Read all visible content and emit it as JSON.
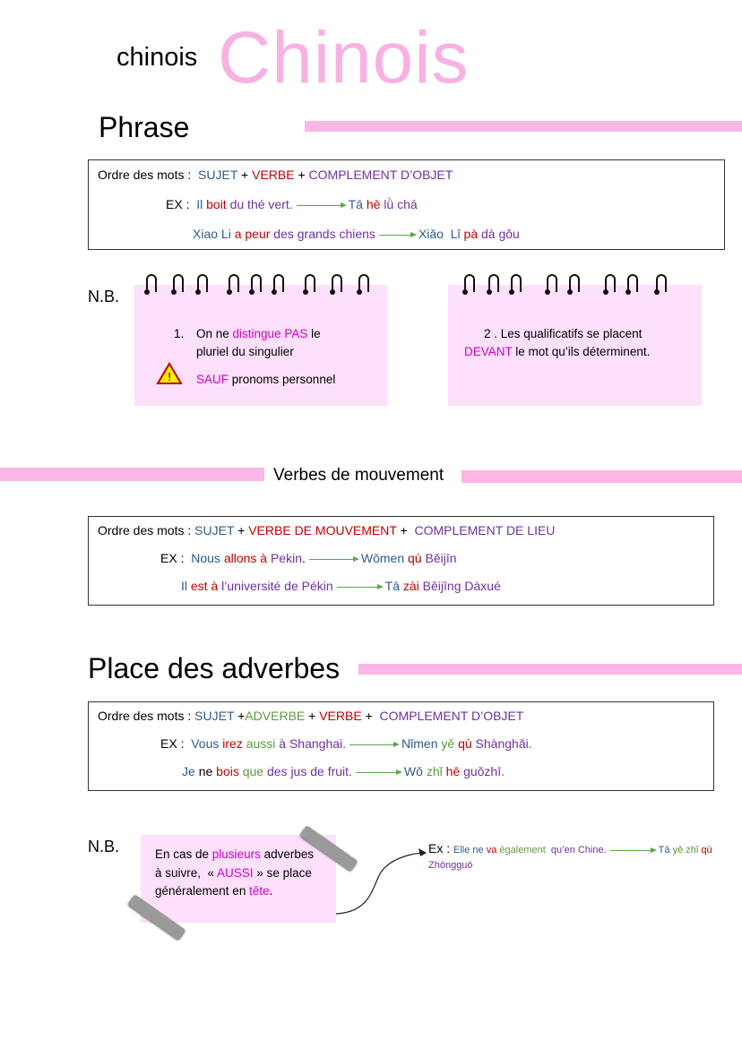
{
  "colors": {
    "k": "#000000",
    "b": "#2e5b8c",
    "r": "#c00000",
    "p": "#7030a0",
    "g": "#5a9a3a",
    "m": "#cc00cc",
    "pink": "#f9b6e6",
    "note": "#fde0fb"
  },
  "header": {
    "big_title": "Chinois",
    "small_title": "chinois"
  },
  "section1": {
    "title": "Phrase",
    "lines": [
      [
        {
          "t": "Ordre des mots :  ",
          "c": "k"
        },
        {
          "t": "SUJET",
          "c": "b"
        },
        {
          "t": " + ",
          "c": "k"
        },
        {
          "t": "VERBE",
          "c": "r"
        },
        {
          "t": " + ",
          "c": "k"
        },
        {
          "t": "COMPLEMENT D’OBJET",
          "c": "p"
        }
      ],
      [
        {
          "t": "EX :  ",
          "c": "k"
        },
        {
          "t": "Il ",
          "c": "b"
        },
        {
          "t": "boit",
          "c": "r"
        },
        {
          "t": " du thé vert.",
          "c": "p"
        },
        {
          "t": "->",
          "c": "arrow"
        },
        {
          "t": "Tā ",
          "c": "b"
        },
        {
          "t": "hē",
          "c": "r"
        },
        {
          "t": " lǜ chá",
          "c": "p"
        }
      ],
      [
        {
          "t": "Xiao Li ",
          "c": "b"
        },
        {
          "t": "a peur",
          "c": "r"
        },
        {
          "t": " des grands chiens",
          "c": "p"
        },
        {
          "t": "->",
          "c": "arrow"
        },
        {
          "t": "Xiǎo  Lǐ ",
          "c": "b"
        },
        {
          "t": "pà",
          "c": "r"
        },
        {
          "t": " dà gǒu",
          "c": "p"
        }
      ]
    ],
    "nb_label": "N.B.",
    "note1": {
      "num": "1.",
      "line1": [
        {
          "t": "On ne ",
          "c": "k"
        },
        {
          "t": "distingue PAS",
          "c": "m"
        },
        {
          "t": " le",
          "c": "k"
        }
      ],
      "line2": [
        {
          "t": "pluriel du singulier",
          "c": "k"
        }
      ],
      "line3": [
        {
          "t": "SAUF",
          "c": "m"
        },
        {
          "t": " pronoms personnel",
          "c": "k"
        }
      ],
      "warning_icon": "warning-triangle"
    },
    "note2": {
      "line1": [
        {
          "t": "2 . Les qualificatifs se placent",
          "c": "k"
        }
      ],
      "line2": [
        {
          "t": "DEVANT",
          "c": "m"
        },
        {
          "t": " le mot qu’ils déterminent.",
          "c": "k"
        }
      ]
    }
  },
  "section2": {
    "title": "Verbes de mouvement",
    "lines": [
      [
        {
          "t": "Ordre des mots : ",
          "c": "k"
        },
        {
          "t": "SUJET",
          "c": "b"
        },
        {
          "t": " + ",
          "c": "k"
        },
        {
          "t": "VERBE DE MOUVEMENT",
          "c": "r"
        },
        {
          "t": " +  ",
          "c": "k"
        },
        {
          "t": "COMPLEMENT DE LIEU",
          "c": "p"
        }
      ],
      [
        {
          "t": "EX :  ",
          "c": "k"
        },
        {
          "t": "Nous ",
          "c": "b"
        },
        {
          "t": "allons à",
          "c": "r"
        },
        {
          "t": " Pekin",
          "c": "p"
        },
        {
          "t": ".",
          "c": "k"
        },
        {
          "t": "->",
          "c": "arrow"
        },
        {
          "t": "Wǒmen ",
          "c": "b"
        },
        {
          "t": "qù",
          "c": "r"
        },
        {
          "t": " Běijīn",
          "c": "p"
        }
      ],
      [
        {
          "t": "Il ",
          "c": "b"
        },
        {
          "t": "est à",
          "c": "r"
        },
        {
          "t": " l’université de Pékin",
          "c": "p"
        },
        {
          "t": "->",
          "c": "arrow"
        },
        {
          "t": "Tā ",
          "c": "b"
        },
        {
          "t": "zài",
          "c": "r"
        },
        {
          "t": " Běijīng Dàxué",
          "c": "p"
        }
      ]
    ]
  },
  "section3": {
    "title": "Place des adverbes",
    "lines": [
      [
        {
          "t": "Ordre des mots : ",
          "c": "k"
        },
        {
          "t": "SUJET",
          "c": "b"
        },
        {
          "t": " +",
          "c": "k"
        },
        {
          "t": "ADVERBE",
          "c": "g"
        },
        {
          "t": " + ",
          "c": "k"
        },
        {
          "t": "VERBE",
          "c": "r"
        },
        {
          "t": " +  ",
          "c": "k"
        },
        {
          "t": "COMPLEMENT D’OBJET",
          "c": "p"
        }
      ],
      [
        {
          "t": "EX :  ",
          "c": "k"
        },
        {
          "t": "Vous ",
          "c": "b"
        },
        {
          "t": "irez",
          "c": "r"
        },
        {
          "t": " aussi ",
          "c": "g"
        },
        {
          "t": "à Shanghai.",
          "c": "p"
        },
        {
          "t": "->",
          "c": "arrow"
        },
        {
          "t": "Nǐmen ",
          "c": "b"
        },
        {
          "t": "yě ",
          "c": "g"
        },
        {
          "t": "qù",
          "c": "r"
        },
        {
          "t": " Shànghǎi.",
          "c": "p"
        }
      ],
      [
        {
          "t": "Je ",
          "c": "b"
        },
        {
          "t": "ne ",
          "c": "k"
        },
        {
          "t": "bois",
          "c": "r"
        },
        {
          "t": " que ",
          "c": "g"
        },
        {
          "t": "des jus de fruit.",
          "c": "p"
        },
        {
          "t": "->",
          "c": "arrow"
        },
        {
          "t": "Wǒ ",
          "c": "b"
        },
        {
          "t": "zhǐ ",
          "c": "g"
        },
        {
          "t": "hē",
          "c": "r"
        },
        {
          "t": " guǒzhī.",
          "c": "p"
        }
      ]
    ],
    "nb_label": "N.B.",
    "note": {
      "line1": [
        {
          "t": "En cas de ",
          "c": "k"
        },
        {
          "t": "plusieurs",
          "c": "m"
        },
        {
          "t": " adverbes",
          "c": "k"
        }
      ],
      "line2": [
        {
          "t": "à suivre,  « ",
          "c": "k"
        },
        {
          "t": "AUSSI",
          "c": "m"
        },
        {
          "t": " » se place",
          "c": "k"
        }
      ],
      "line3": [
        {
          "t": "généralement en ",
          "c": "k"
        },
        {
          "t": "tête",
          "c": "m"
        },
        {
          "t": ".",
          "c": "k"
        }
      ]
    },
    "example": [
      {
        "t": "Ex : ",
        "c": "k"
      },
      {
        "t": "Elle ne ",
        "c": "b"
      },
      {
        "t": "va",
        "c": "r"
      },
      {
        "t": " également  ",
        "c": "g"
      },
      {
        "t": "qu’en Chine.",
        "c": "p"
      },
      {
        "t": "->",
        "c": "arrow"
      },
      {
        "t": "Tā ",
        "c": "b"
      },
      {
        "t": "yě zhǐ ",
        "c": "g"
      },
      {
        "t": "qù",
        "c": "r"
      },
      {
        "t": " Zhōngguó",
        "c": "p"
      }
    ]
  }
}
